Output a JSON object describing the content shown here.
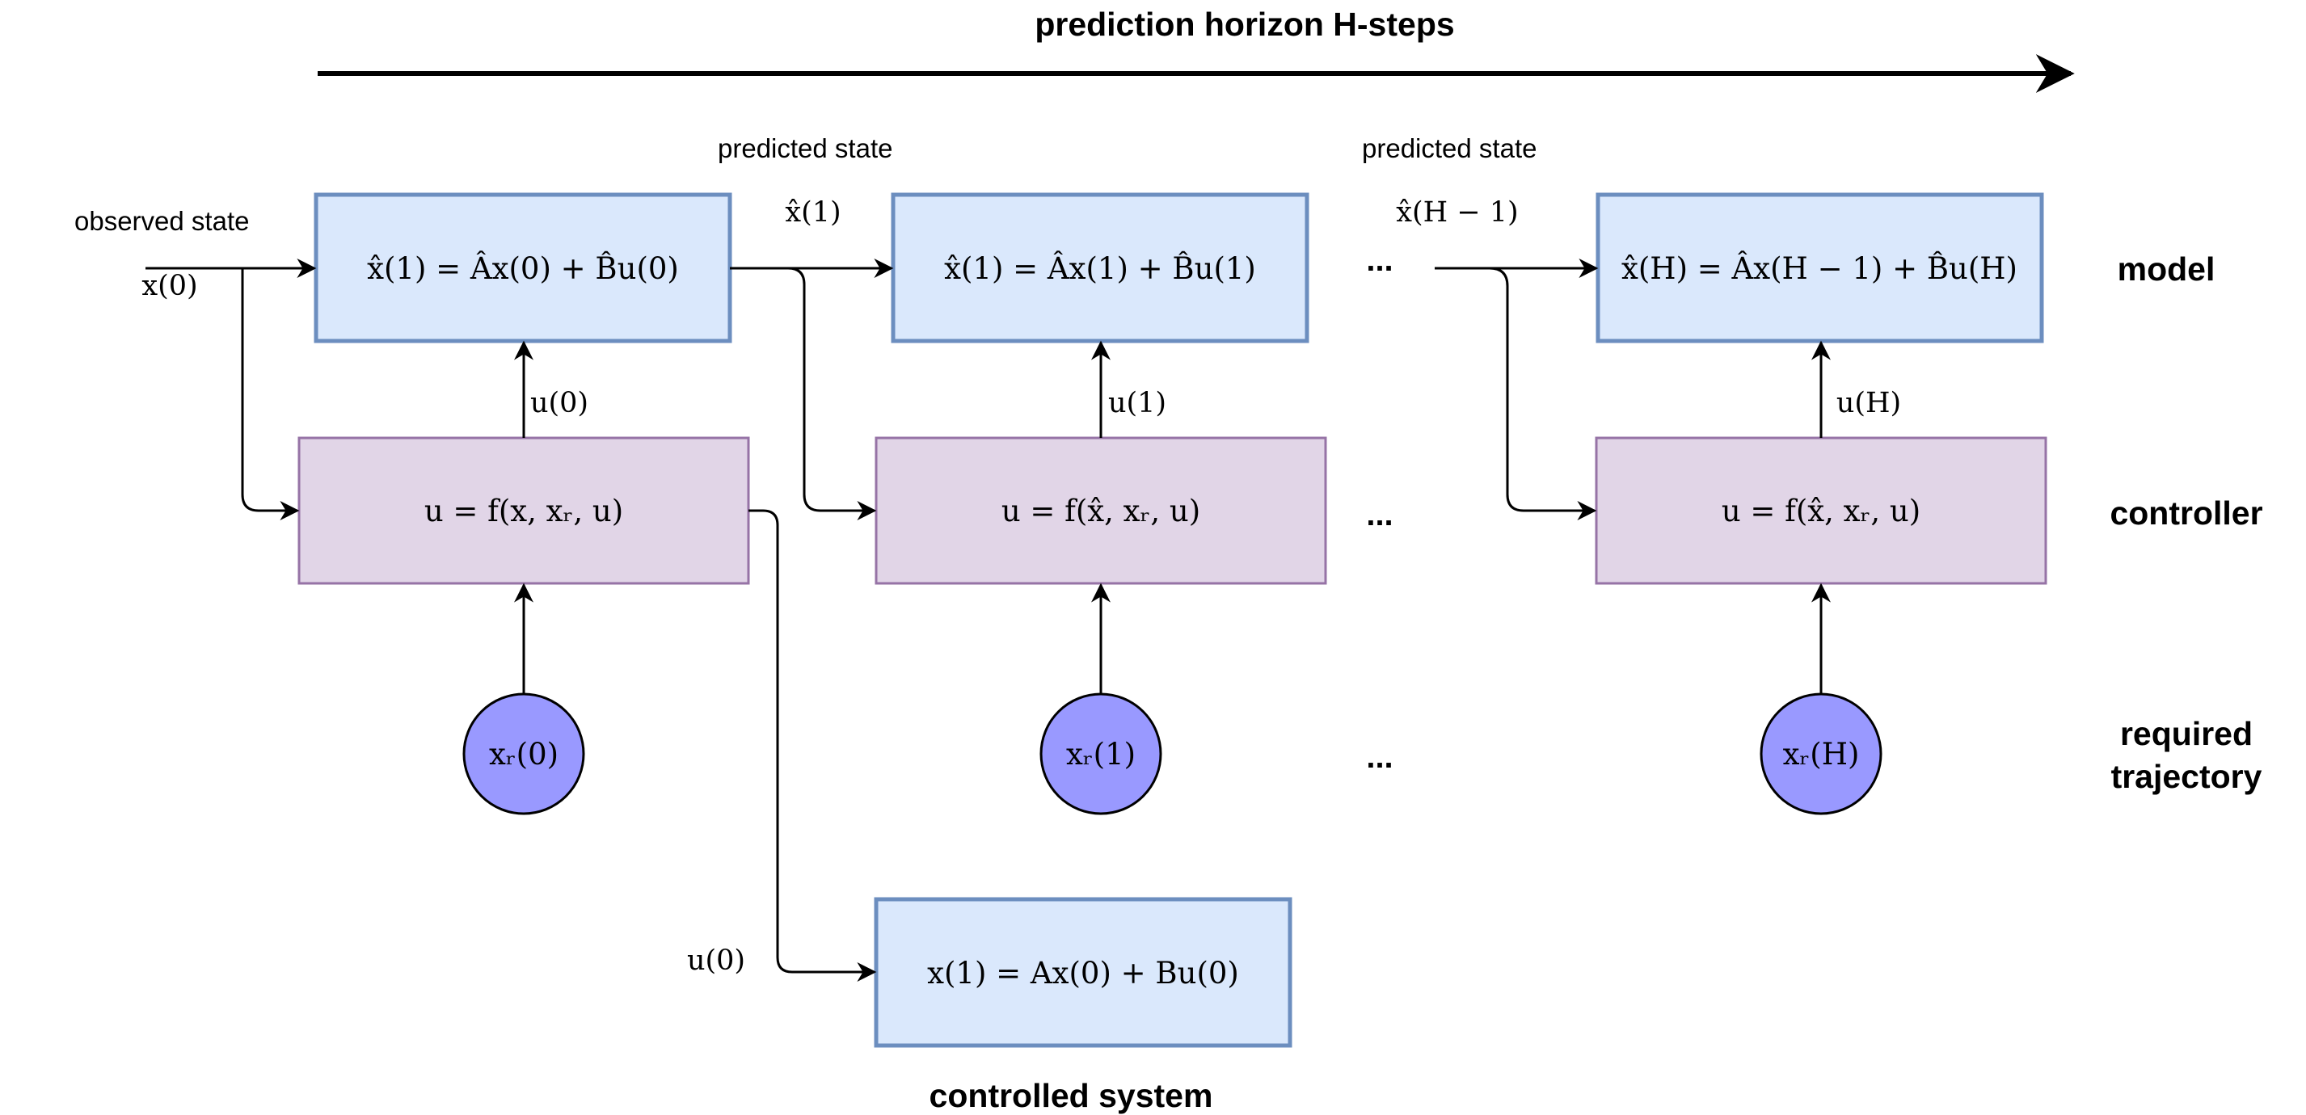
{
  "diagram": {
    "title": "prediction horizon H-steps",
    "labels": {
      "observed_state": "observed state",
      "predicted_state_1": "predicted state",
      "predicted_state_2": "predicted state",
      "row_model": "model",
      "row_controller": "controller",
      "row_trajectory_line1": "required",
      "row_trajectory_line2": "trajectory",
      "controlled_system": "controlled system"
    },
    "signals": {
      "x0": "x(0)",
      "xhat1": "x̂(1)",
      "xhatHm1": "x̂(H − 1)",
      "u0": "u(0)",
      "u1": "u(1)",
      "uH": "u(H)",
      "u0_system": "u(0)"
    },
    "model_boxes": [
      "x̂(1) = Âx(0) + B̂u(0)",
      "x̂(1) = Âx(1) + B̂u(1)",
      "x̂(H) = Âx(H − 1) + B̂u(H)"
    ],
    "controller_boxes": [
      "u = f(x, xᵣ, u)",
      "u = f(x̂, xᵣ, u)",
      "u = f(x̂, xᵣ, u)"
    ],
    "trajectory_nodes": [
      "xᵣ(0)",
      "xᵣ(1)",
      "xᵣ(H)"
    ],
    "system_box": "x(1) = Ax(0) + Bu(0)",
    "ellipsis": [
      "...",
      "...",
      "...",
      "..."
    ],
    "colors": {
      "model_fill": "#dae8fc",
      "model_stroke": "#6c8ebf",
      "controller_fill": "#e1d5e7",
      "controller_stroke": "#9673a6",
      "node_fill": "#9999ff",
      "line": "#000000"
    }
  }
}
